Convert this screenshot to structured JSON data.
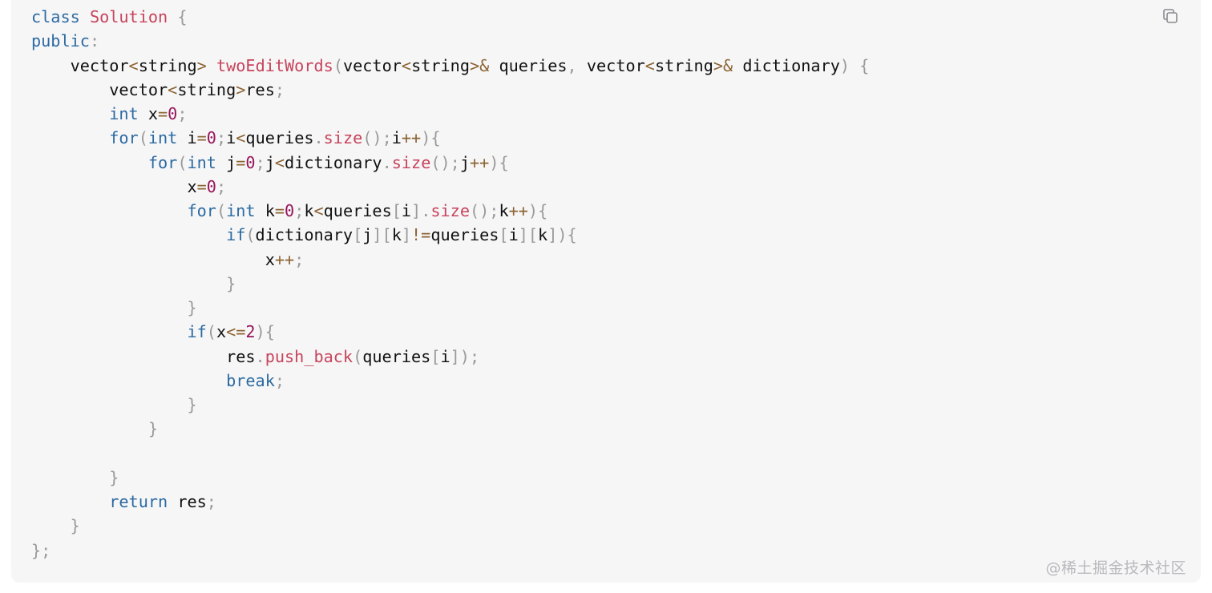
{
  "colors": {
    "background": "#f6f6f7",
    "text": "#111111",
    "keyword": "#2c6aa1",
    "class_name": "#c7445b",
    "function": "#c7445b",
    "operator": "#8c6433",
    "number": "#96145a",
    "punctuation": "#9a9a9a"
  },
  "toolbar": {
    "copy_icon": "copy-icon"
  },
  "watermark": {
    "text": "@稀土掘金技术社区"
  },
  "code_lines": [
    [
      {
        "t": "class",
        "c": "kw"
      },
      {
        "t": " "
      },
      {
        "t": "Solution",
        "c": "cls"
      },
      {
        "t": " "
      },
      {
        "t": "{",
        "c": "pn"
      }
    ],
    [
      {
        "t": "public",
        "c": "kw"
      },
      {
        "t": ":",
        "c": "pn"
      }
    ],
    [
      {
        "t": "    vector"
      },
      {
        "t": "<",
        "c": "op"
      },
      {
        "t": "string"
      },
      {
        "t": ">",
        "c": "op"
      },
      {
        "t": " "
      },
      {
        "t": "twoEditWords",
        "c": "fn"
      },
      {
        "t": "(",
        "c": "pn"
      },
      {
        "t": "vector"
      },
      {
        "t": "<",
        "c": "op"
      },
      {
        "t": "string"
      },
      {
        "t": ">&",
        "c": "op"
      },
      {
        "t": " queries"
      },
      {
        "t": ",",
        "c": "pn"
      },
      {
        "t": " vector"
      },
      {
        "t": "<",
        "c": "op"
      },
      {
        "t": "string"
      },
      {
        "t": ">&",
        "c": "op"
      },
      {
        "t": " dictionary"
      },
      {
        "t": ")",
        "c": "pn"
      },
      {
        "t": " "
      },
      {
        "t": "{",
        "c": "pn"
      }
    ],
    [
      {
        "t": "        vector"
      },
      {
        "t": "<",
        "c": "op"
      },
      {
        "t": "string"
      },
      {
        "t": ">",
        "c": "op"
      },
      {
        "t": "res"
      },
      {
        "t": ";",
        "c": "pn"
      }
    ],
    [
      {
        "t": "        "
      },
      {
        "t": "int",
        "c": "kw"
      },
      {
        "t": " x"
      },
      {
        "t": "=",
        "c": "op"
      },
      {
        "t": "0",
        "c": "num"
      },
      {
        "t": ";",
        "c": "pn"
      }
    ],
    [
      {
        "t": "        "
      },
      {
        "t": "for",
        "c": "kw"
      },
      {
        "t": "(",
        "c": "pn"
      },
      {
        "t": "int",
        "c": "kw"
      },
      {
        "t": " i"
      },
      {
        "t": "=",
        "c": "op"
      },
      {
        "t": "0",
        "c": "num"
      },
      {
        "t": ";",
        "c": "pn"
      },
      {
        "t": "i"
      },
      {
        "t": "<",
        "c": "op"
      },
      {
        "t": "queries"
      },
      {
        "t": ".",
        "c": "pn"
      },
      {
        "t": "size",
        "c": "fn"
      },
      {
        "t": "();",
        "c": "pn"
      },
      {
        "t": "i"
      },
      {
        "t": "++",
        "c": "op"
      },
      {
        "t": "){",
        "c": "pn"
      }
    ],
    [
      {
        "t": "            "
      },
      {
        "t": "for",
        "c": "kw"
      },
      {
        "t": "(",
        "c": "pn"
      },
      {
        "t": "int",
        "c": "kw"
      },
      {
        "t": " j"
      },
      {
        "t": "=",
        "c": "op"
      },
      {
        "t": "0",
        "c": "num"
      },
      {
        "t": ";",
        "c": "pn"
      },
      {
        "t": "j"
      },
      {
        "t": "<",
        "c": "op"
      },
      {
        "t": "dictionary"
      },
      {
        "t": ".",
        "c": "pn"
      },
      {
        "t": "size",
        "c": "fn"
      },
      {
        "t": "();",
        "c": "pn"
      },
      {
        "t": "j"
      },
      {
        "t": "++",
        "c": "op"
      },
      {
        "t": "){",
        "c": "pn"
      }
    ],
    [
      {
        "t": "                x"
      },
      {
        "t": "=",
        "c": "op"
      },
      {
        "t": "0",
        "c": "num"
      },
      {
        "t": ";",
        "c": "pn"
      }
    ],
    [
      {
        "t": "                "
      },
      {
        "t": "for",
        "c": "kw"
      },
      {
        "t": "(",
        "c": "pn"
      },
      {
        "t": "int",
        "c": "kw"
      },
      {
        "t": " k"
      },
      {
        "t": "=",
        "c": "op"
      },
      {
        "t": "0",
        "c": "num"
      },
      {
        "t": ";",
        "c": "pn"
      },
      {
        "t": "k"
      },
      {
        "t": "<",
        "c": "op"
      },
      {
        "t": "queries"
      },
      {
        "t": "[",
        "c": "pn"
      },
      {
        "t": "i"
      },
      {
        "t": "].",
        "c": "pn"
      },
      {
        "t": "size",
        "c": "fn"
      },
      {
        "t": "();",
        "c": "pn"
      },
      {
        "t": "k"
      },
      {
        "t": "++",
        "c": "op"
      },
      {
        "t": "){",
        "c": "pn"
      }
    ],
    [
      {
        "t": "                    "
      },
      {
        "t": "if",
        "c": "kw"
      },
      {
        "t": "(",
        "c": "pn"
      },
      {
        "t": "dictionary"
      },
      {
        "t": "[",
        "c": "pn"
      },
      {
        "t": "j"
      },
      {
        "t": "][",
        "c": "pn"
      },
      {
        "t": "k"
      },
      {
        "t": "]",
        "c": "pn"
      },
      {
        "t": "!=",
        "c": "op"
      },
      {
        "t": "queries"
      },
      {
        "t": "[",
        "c": "pn"
      },
      {
        "t": "i"
      },
      {
        "t": "][",
        "c": "pn"
      },
      {
        "t": "k"
      },
      {
        "t": "]){",
        "c": "pn"
      }
    ],
    [
      {
        "t": "                        x"
      },
      {
        "t": "++",
        "c": "op"
      },
      {
        "t": ";",
        "c": "pn"
      }
    ],
    [
      {
        "t": "                    "
      },
      {
        "t": "}",
        "c": "pn"
      }
    ],
    [
      {
        "t": "                "
      },
      {
        "t": "}",
        "c": "pn"
      }
    ],
    [
      {
        "t": "                "
      },
      {
        "t": "if",
        "c": "kw"
      },
      {
        "t": "(",
        "c": "pn"
      },
      {
        "t": "x"
      },
      {
        "t": "<=",
        "c": "op"
      },
      {
        "t": "2",
        "c": "num"
      },
      {
        "t": "){",
        "c": "pn"
      }
    ],
    [
      {
        "t": "                    res"
      },
      {
        "t": ".",
        "c": "pn"
      },
      {
        "t": "push_back",
        "c": "fn"
      },
      {
        "t": "(",
        "c": "pn"
      },
      {
        "t": "queries"
      },
      {
        "t": "[",
        "c": "pn"
      },
      {
        "t": "i"
      },
      {
        "t": "]);",
        "c": "pn"
      }
    ],
    [
      {
        "t": "                    "
      },
      {
        "t": "break",
        "c": "kw"
      },
      {
        "t": ";",
        "c": "pn"
      }
    ],
    [
      {
        "t": "                "
      },
      {
        "t": "}",
        "c": "pn"
      }
    ],
    [
      {
        "t": "            "
      },
      {
        "t": "}",
        "c": "pn"
      }
    ],
    [],
    [
      {
        "t": "        "
      },
      {
        "t": "}",
        "c": "pn"
      }
    ],
    [
      {
        "t": "        "
      },
      {
        "t": "return",
        "c": "kw"
      },
      {
        "t": " res"
      },
      {
        "t": ";",
        "c": "pn"
      }
    ],
    [
      {
        "t": "    "
      },
      {
        "t": "}",
        "c": "pn"
      }
    ],
    [
      {
        "t": "};",
        "c": "pn"
      }
    ]
  ]
}
